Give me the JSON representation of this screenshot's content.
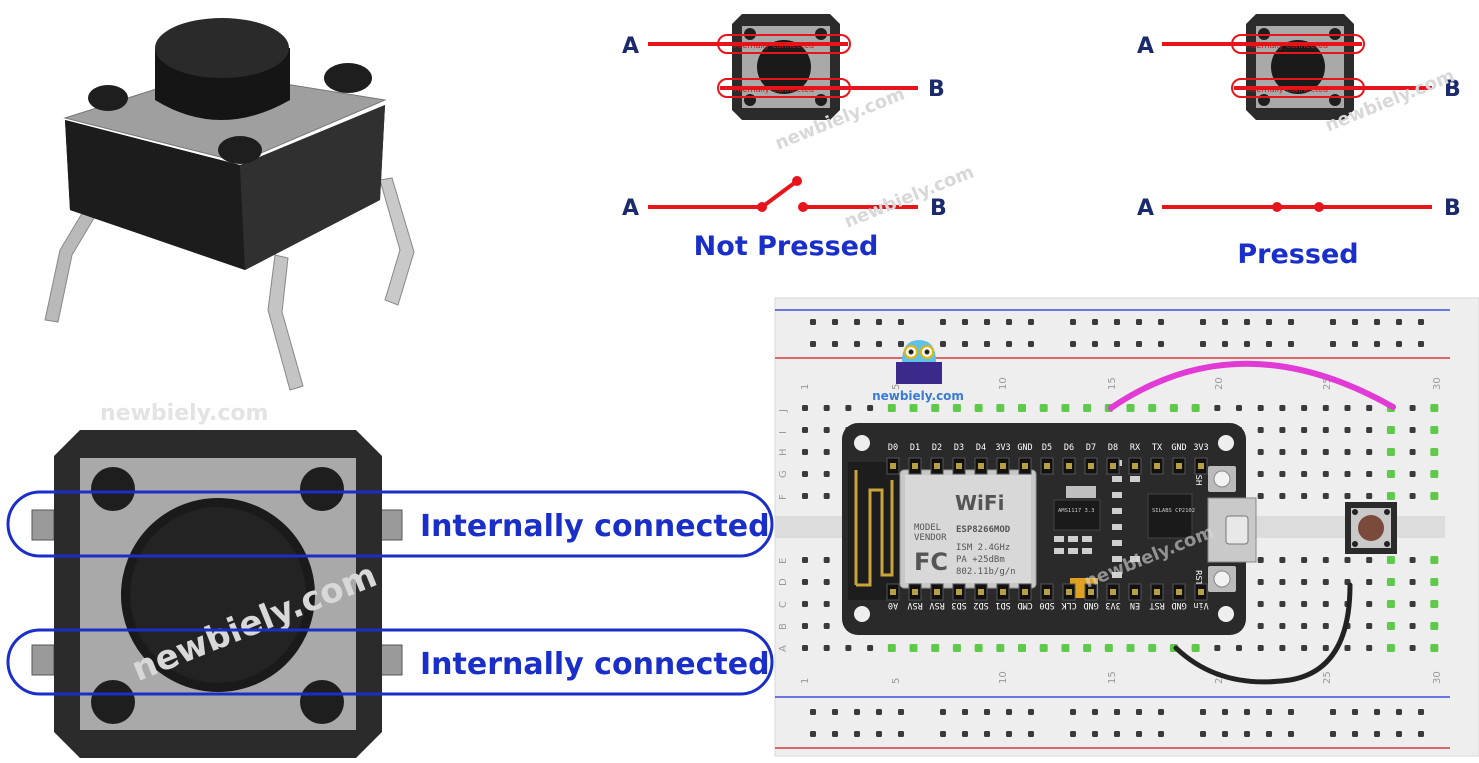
{
  "watermark": "newbiely.com",
  "schematic": {
    "label_a": "A",
    "label_b": "B",
    "tiny_label": "internally connected",
    "not_pressed_label": "Not Pressed",
    "pressed_label": "Pressed"
  },
  "top_view": {
    "internal_label_1": "Internally connected",
    "internal_label_2": "Internally connected"
  },
  "breadboard": {
    "logo_text": "newbiely.com",
    "col_numbers": [
      "1",
      "5",
      "10",
      "15",
      "20",
      "25",
      "30"
    ],
    "row_letters_top": [
      "J",
      "I",
      "H",
      "G",
      "F"
    ],
    "row_letters_bottom": [
      "E",
      "D",
      "C",
      "B",
      "A"
    ]
  },
  "nodemcu": {
    "top_pins": [
      "D0",
      "D1",
      "D2",
      "D3",
      "D4",
      "3V3",
      "GND",
      "D5",
      "D6",
      "D7",
      "D8",
      "RX",
      "TX",
      "GND",
      "3V3"
    ],
    "bottom_pins": [
      "A0",
      "RSV",
      "RSV",
      "SD3",
      "SD2",
      "SD1",
      "CMD",
      "SD0",
      "CLK",
      "GND",
      "3V3",
      "EN",
      "RST",
      "GND",
      "Vin"
    ],
    "wifi_logo": "WiFi",
    "module_name": "ESP8266MOD",
    "model_label": "MODEL",
    "vendor_label": "VENDOR",
    "fc_label": "FC",
    "spec_lines": [
      "ISM 2.4GHz",
      "PA  +25dBm",
      "802.11b/g/n"
    ],
    "flash_label": "FLASH",
    "rst_label": "RST",
    "regulator_label": "AMS1117 3.3",
    "usb_chip_label": "SILABS CP2102"
  },
  "colors": {
    "wire_red": "#e8141c",
    "label_blue": "#1a2fc9",
    "pink_wire": "#e23ad6",
    "black_wire": "#222222",
    "board_black": "#2a2a2a"
  }
}
